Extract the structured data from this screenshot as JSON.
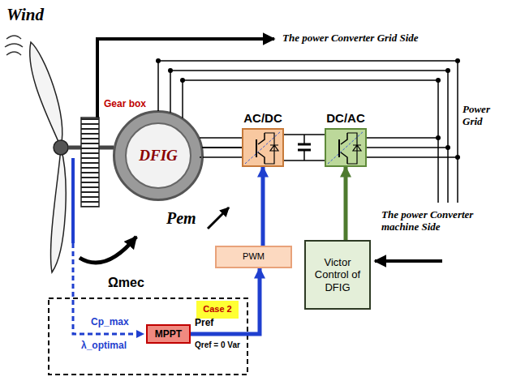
{
  "diagram": {
    "nodes": [
      {
        "text": [
          "DFIG"
        ]
      },
      {
        "text": [
          "AC/DC"
        ]
      },
      {
        "text": [
          "DC/AC"
        ]
      },
      {
        "text": [
          "PWM"
        ]
      },
      {
        "text": [
          "Victor Control of DFIG"
        ]
      },
      {
        "text": [
          "MPPT"
        ]
      },
      {
        "text": [
          "Case 2"
        ]
      }
    ],
    "edges": [
      {
        "from": 0,
        "to": 1,
        "arrow": "none"
      },
      {
        "from": 1,
        "to": 2,
        "arrow": "none"
      },
      {
        "from": 3,
        "to": 1,
        "arrow": "to"
      },
      {
        "from": 4,
        "to": 2,
        "arrow": "to"
      },
      {
        "from": 5,
        "to": 3,
        "arrow": "to"
      }
    ],
    "labels": [
      "Wind",
      "Gear box",
      "The power Converter Grid Side",
      "Power Grid",
      "The power Converter machine Side",
      "Pem",
      "Ωmec",
      "Cp_max",
      "λ_optimal",
      "Pref",
      "Qref = 0 Var"
    ]
  }
}
